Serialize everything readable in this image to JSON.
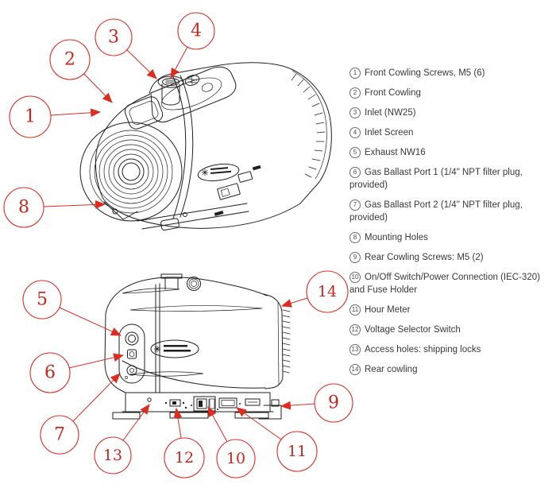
{
  "colors": {
    "callout_red": "#dd2c22",
    "drawing_line": "#1f1f1f",
    "legend_text": "#383838"
  },
  "callouts": {
    "items": [
      {
        "label": "1"
      },
      {
        "label": "2"
      },
      {
        "label": "3"
      },
      {
        "label": "4"
      },
      {
        "label": "5"
      },
      {
        "label": "6"
      },
      {
        "label": "7"
      },
      {
        "label": "8"
      },
      {
        "label": "9"
      },
      {
        "label": "10"
      },
      {
        "label": "11"
      },
      {
        "label": "12"
      },
      {
        "label": "13"
      },
      {
        "label": "14"
      }
    ]
  },
  "legend": {
    "items": [
      {
        "num": "1",
        "text": "Front Cowling Screws, M5 (6)"
      },
      {
        "num": "2",
        "text": "Front Cowling"
      },
      {
        "num": "3",
        "text": "Inlet (NW25)"
      },
      {
        "num": "4",
        "text": "Inlet Screen"
      },
      {
        "num": "5",
        "text": "Exhaust NW16"
      },
      {
        "num": "6",
        "text": "Gas Ballast Port 1 (1/4\" NPT filter plug, provided)"
      },
      {
        "num": "7",
        "text": "Gas Ballast Port 2 (1/4\" NPT filter plug, provided)"
      },
      {
        "num": "8",
        "text": "Mounting Holes"
      },
      {
        "num": "9",
        "text": "Rear Cowling Screws: M5 (2)"
      },
      {
        "num": "10",
        "text": "On/Off Switch/Power Connection (IEC-320) and Fuse Holder"
      },
      {
        "num": "11",
        "text": "Hour Meter"
      },
      {
        "num": "12",
        "text": "Voltage Selector Switch"
      },
      {
        "num": "13",
        "text": "Access holes: shipping locks"
      },
      {
        "num": "14",
        "text": "Rear cowling"
      }
    ]
  }
}
